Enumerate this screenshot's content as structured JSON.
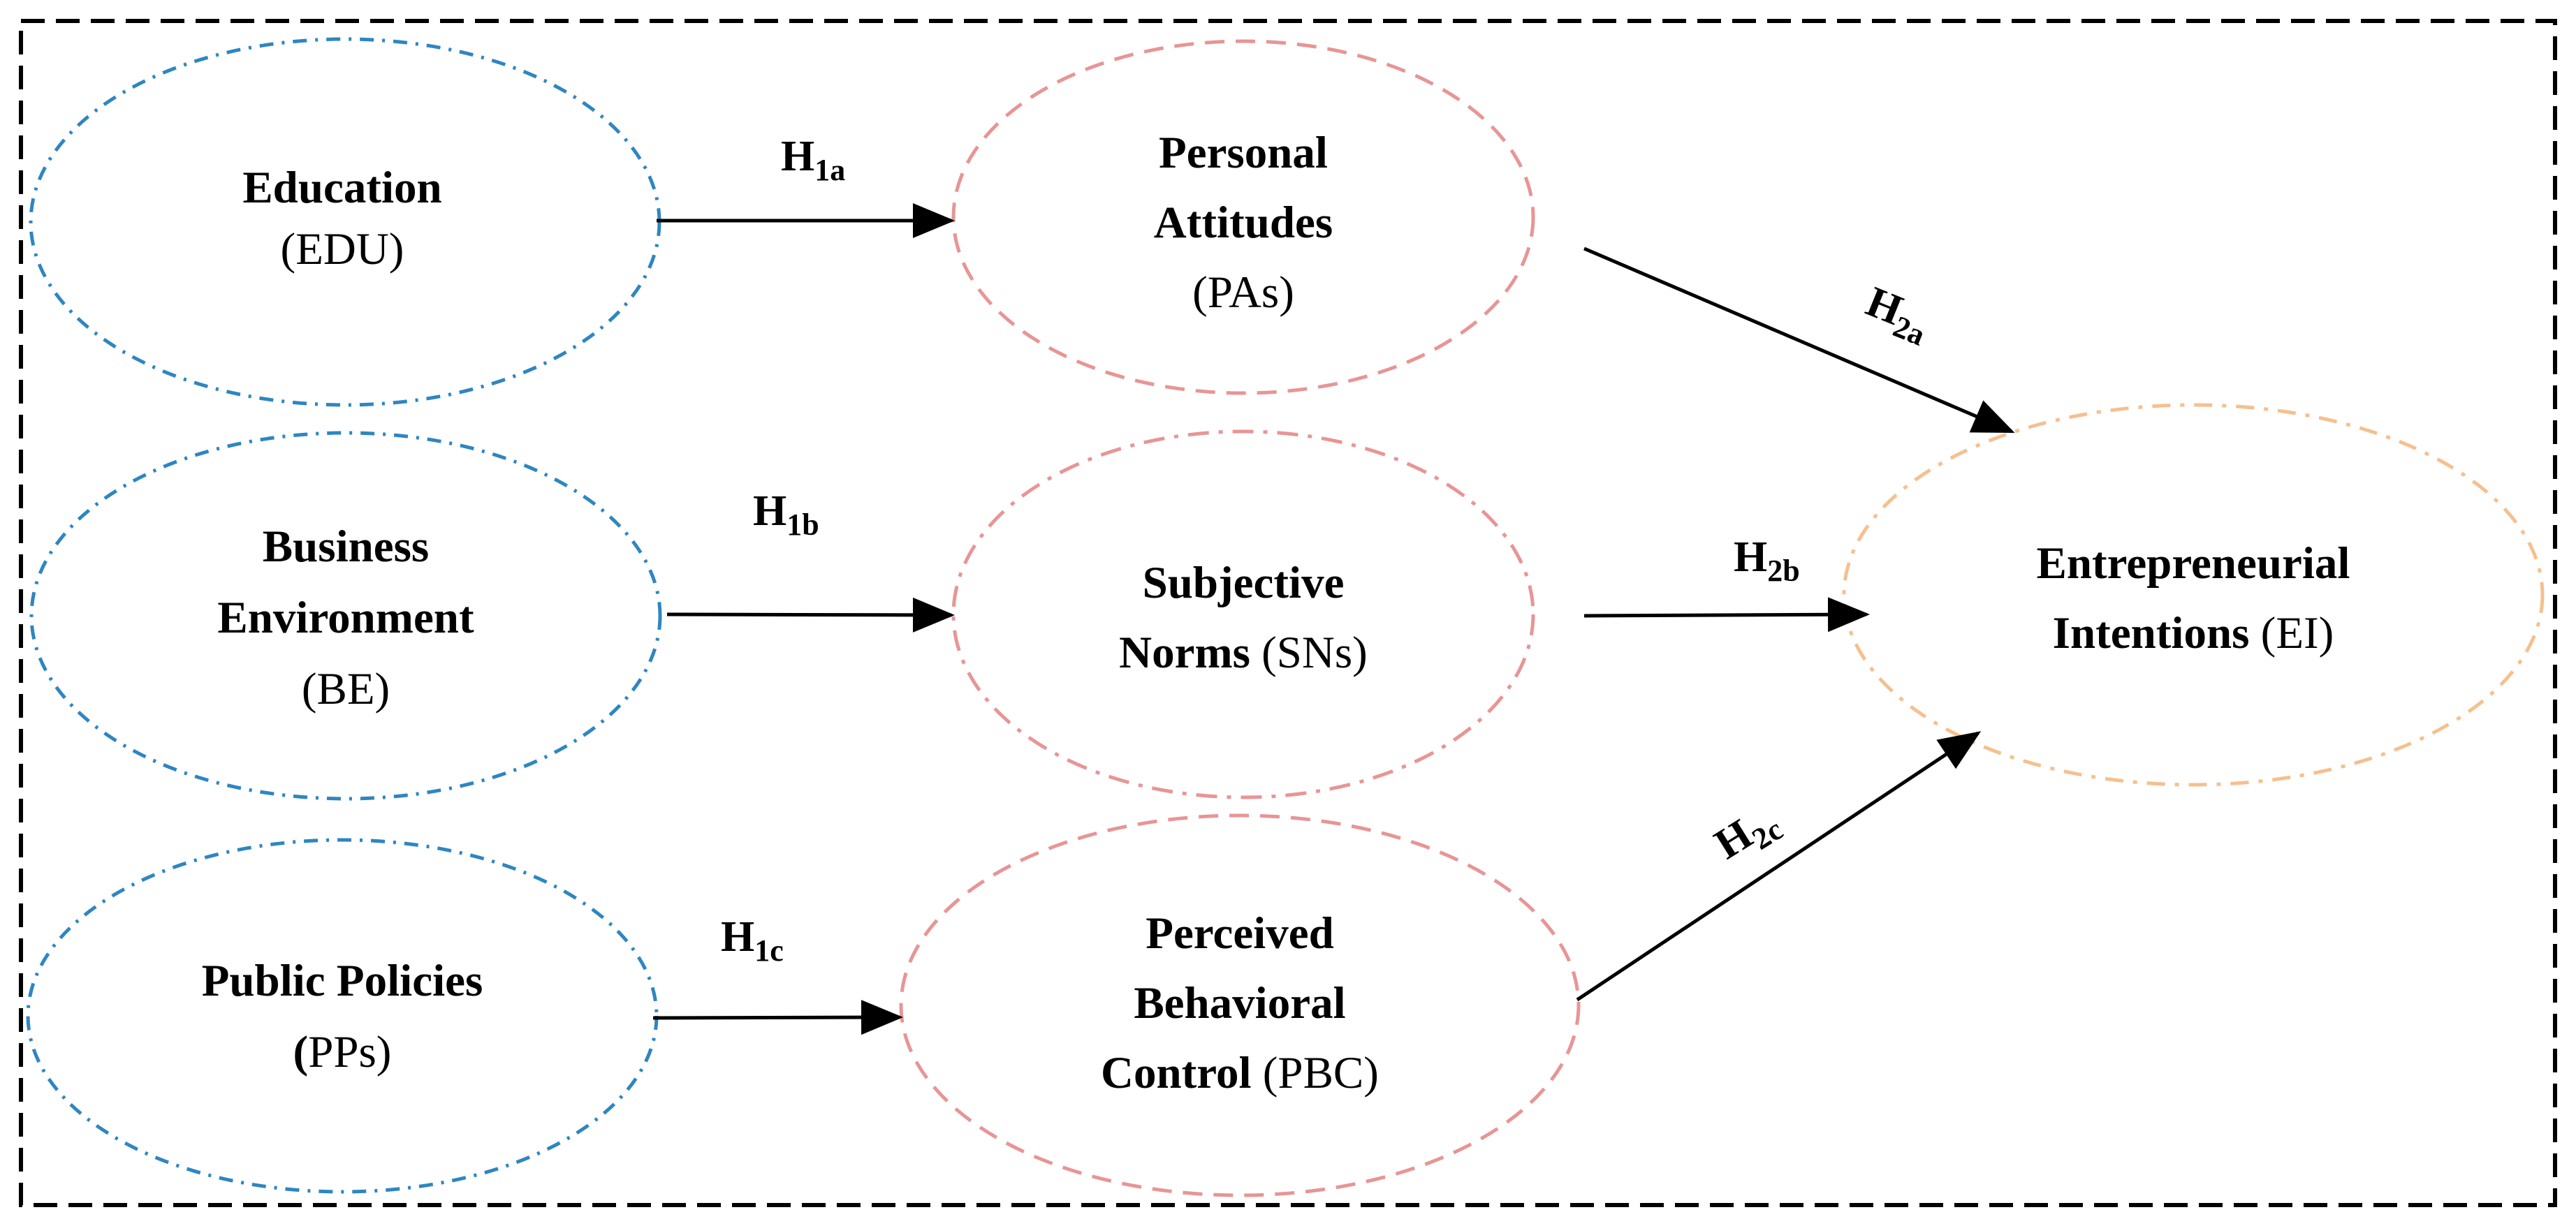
{
  "colors": {
    "frame": "#000000",
    "exogenous_ellipse": "#2e86c1",
    "mediator_ellipse": "#e89595",
    "outcome_ellipse": "#f5c08f",
    "arrow": "#000000",
    "text": "#000000"
  },
  "nodes": {
    "edu": {
      "lines": [
        [
          {
            "t": "Education",
            "b": true
          }
        ],
        [
          {
            "t": "(EDU)",
            "b": false
          }
        ]
      ]
    },
    "be": {
      "lines": [
        [
          {
            "t": "Business",
            "b": true
          }
        ],
        [
          {
            "t": "Environment",
            "b": true
          }
        ],
        [
          {
            "t": "(BE)",
            "b": false
          }
        ]
      ]
    },
    "pps": {
      "lines": [
        [
          {
            "t": "Public Policies",
            "b": true
          }
        ],
        [
          {
            "t": "(",
            "b": true
          },
          {
            "t": "PPs)",
            "b": false
          }
        ]
      ]
    },
    "pas": {
      "lines": [
        [
          {
            "t": "Personal",
            "b": true
          }
        ],
        [
          {
            "t": "Attitudes",
            "b": true
          }
        ],
        [
          {
            "t": "(PAs)",
            "b": false
          }
        ]
      ]
    },
    "sns": {
      "lines": [
        [
          {
            "t": "Subjective",
            "b": true
          }
        ],
        [
          {
            "t": "Norms",
            "b": true
          },
          {
            "t": " (SNs)",
            "b": false
          }
        ]
      ]
    },
    "pbc": {
      "lines": [
        [
          {
            "t": "Perceived",
            "b": true
          }
        ],
        [
          {
            "t": "Behavioral",
            "b": true
          }
        ],
        [
          {
            "t": "Control",
            "b": true
          },
          {
            "t": " (PBC)",
            "b": false
          }
        ]
      ]
    },
    "ei": {
      "lines": [
        [
          {
            "t": "Entrepreneurial",
            "b": true
          }
        ],
        [
          {
            "t": "Intentions",
            "b": true
          },
          {
            "t": " (EI)",
            "b": false
          }
        ]
      ]
    }
  },
  "hypotheses": {
    "h1a": {
      "main": "H",
      "sub": "1a"
    },
    "h1b": {
      "main": "H",
      "sub": "1b"
    },
    "h1c": {
      "main": "H",
      "sub": "1c"
    },
    "h2a": {
      "main": "H",
      "sub": "2a"
    },
    "h2b": {
      "main": "H",
      "sub": "2b"
    },
    "h2c": {
      "main": "H",
      "sub": "2c"
    }
  },
  "edges": [
    {
      "from": "edu",
      "to": "pas",
      "label": "h1a"
    },
    {
      "from": "be",
      "to": "sns",
      "label": "h1b"
    },
    {
      "from": "pps",
      "to": "pbc",
      "label": "h1c"
    },
    {
      "from": "pas",
      "to": "ei",
      "label": "h2a"
    },
    {
      "from": "sns",
      "to": "ei",
      "label": "h2b"
    },
    {
      "from": "pbc",
      "to": "ei",
      "label": "h2c"
    }
  ]
}
